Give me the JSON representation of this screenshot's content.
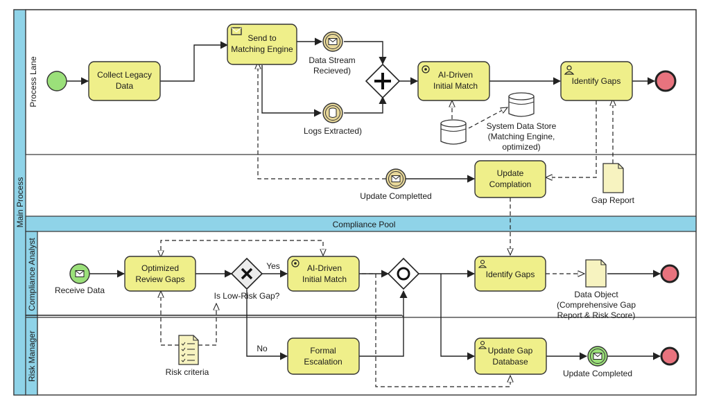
{
  "pools": {
    "main_process": "Main Process",
    "compliance_pool": "Compliance Pool"
  },
  "lanes": {
    "process_lane": "Process Lane",
    "compliance_analyst": "Compliance Analyst",
    "risk_manager": "Risk Manager"
  },
  "tasks": {
    "collect_legacy": [
      "Collect Legacy",
      "Data"
    ],
    "send_matching": [
      "Send to",
      "Matching Engine"
    ],
    "ai_match_top": [
      "AI-Driven",
      "Initial Match"
    ],
    "identify_gaps_top": [
      "Identify Gaps"
    ],
    "update_compilation": [
      "Update",
      "Complation"
    ],
    "optimized_review": [
      "Optimized",
      "Review Gaps"
    ],
    "ai_match_bottom": [
      "AI-Driven",
      "Initial Match"
    ],
    "identify_gaps_bottom": [
      "Identify Gaps"
    ],
    "formal_escalation": [
      "Formal",
      "Escalation"
    ],
    "update_gap_db": [
      "Update Gap",
      "Database"
    ]
  },
  "events": {
    "data_stream": [
      "Data Stream",
      "Recieved)"
    ],
    "logs_extracted": [
      "Logs Extracted)"
    ],
    "update_completed_mid": [
      "Update Completted"
    ],
    "receive_data": [
      "Receive Data"
    ],
    "update_completed_bottom": [
      "Update Completed"
    ]
  },
  "data_objects": {
    "system_store": [
      "System Data Store",
      "(Matching Engine,",
      "optimized)"
    ],
    "gap_report": [
      "Gap Report"
    ],
    "risk_criteria": [
      "Risk criteria"
    ],
    "data_object": [
      "Data Object",
      "(Comprehensive Gap",
      "Report & Risk Score)"
    ]
  },
  "gateway_labels": {
    "question": "Is Low-Risk Gap?",
    "yes": "Yes",
    "no": "No"
  },
  "colors": {
    "task_fill": "#efef8a",
    "pool_header": "#8fd3e8",
    "start_event": "#9be07a",
    "end_event": "#e8737e",
    "message_event": "#e8d89a",
    "data_fill": "#f7f3c0",
    "line": "#222222"
  }
}
